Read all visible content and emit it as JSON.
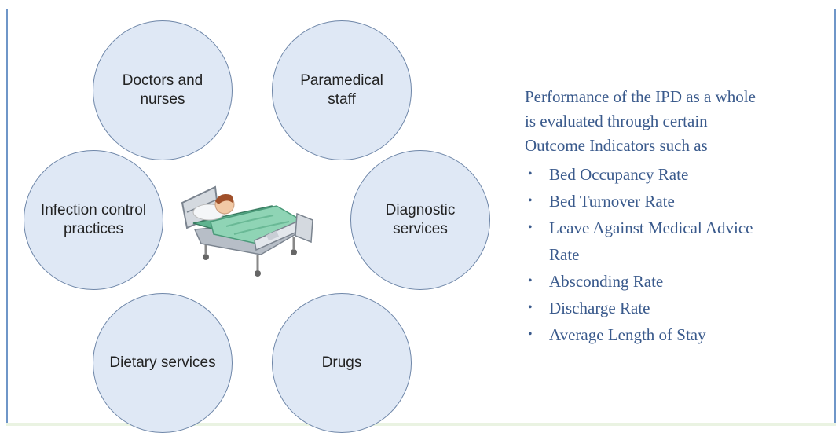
{
  "nodes": [
    {
      "id": "doctors",
      "label_lines": [
        "Doctors and",
        "nurses"
      ]
    },
    {
      "id": "paramedical",
      "label_lines": [
        "Paramedical",
        "staff"
      ]
    },
    {
      "id": "infection",
      "label_lines": [
        "Infection control",
        "practices"
      ]
    },
    {
      "id": "diagnostic",
      "label_lines": [
        "Diagnostic",
        "services"
      ]
    },
    {
      "id": "dietary",
      "label_lines": [
        "Dietary services"
      ]
    },
    {
      "id": "drugs",
      "label_lines": [
        "Drugs"
      ]
    }
  ],
  "center_image": {
    "icon": "hospital-bed-patient-icon"
  },
  "info": {
    "intro_lines": [
      "Performance of the IPD as a whole",
      "is evaluated through certain",
      "Outcome Indicators such as"
    ],
    "indicators": [
      {
        "lines": [
          "Bed Occupancy Rate"
        ]
      },
      {
        "lines": [
          "Bed Turnover Rate"
        ]
      },
      {
        "lines": [
          "Leave Against Medical Advice",
          "Rate"
        ]
      },
      {
        "lines": [
          "Absconding Rate"
        ]
      },
      {
        "lines": [
          "Discharge Rate"
        ]
      },
      {
        "lines": [
          "Average Length of Stay"
        ]
      }
    ]
  },
  "colors": {
    "circle_fill": "#dfe8f5",
    "circle_stroke": "#6e86a8",
    "info_text": "#3a5a8c",
    "frame_top": "#4d84c8"
  }
}
